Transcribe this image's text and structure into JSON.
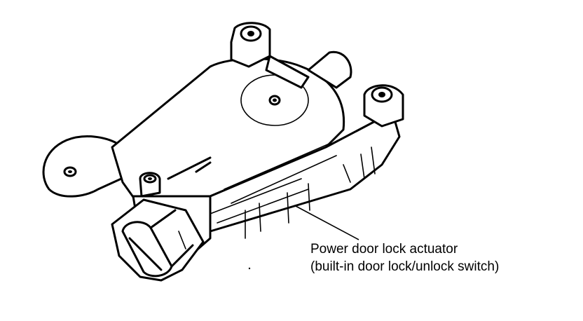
{
  "diagram": {
    "subject": "power-door-lock-actuator",
    "callout": {
      "line1": "Power door lock actuator",
      "line2": "(built-in door lock/unlock switch)"
    },
    "colors": {
      "ink": "#000000",
      "paper": "#ffffff"
    }
  }
}
